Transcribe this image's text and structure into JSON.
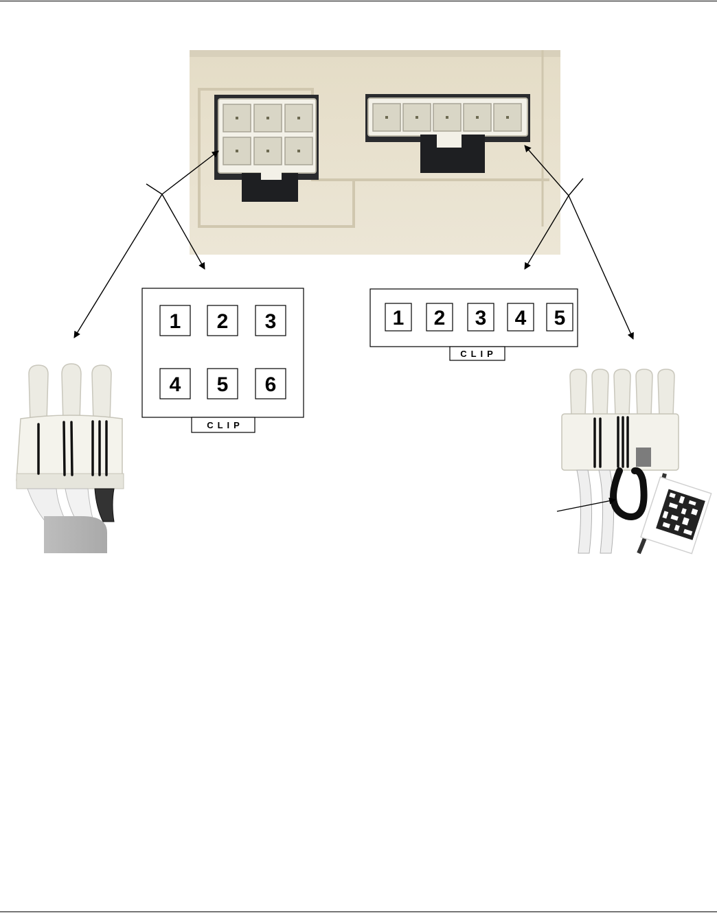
{
  "diagram": {
    "six_pin_numbers": [
      "1",
      "2",
      "3",
      "4",
      "5",
      "6"
    ],
    "five_pin_numbers": [
      "1",
      "2",
      "3",
      "4",
      "5"
    ],
    "clip_label": "CLIP"
  },
  "colors": {
    "panel": "#e9e2cf",
    "connector_housing": "#f3f1e8",
    "latch_dark": "#1e1f22",
    "line": "#000000"
  }
}
